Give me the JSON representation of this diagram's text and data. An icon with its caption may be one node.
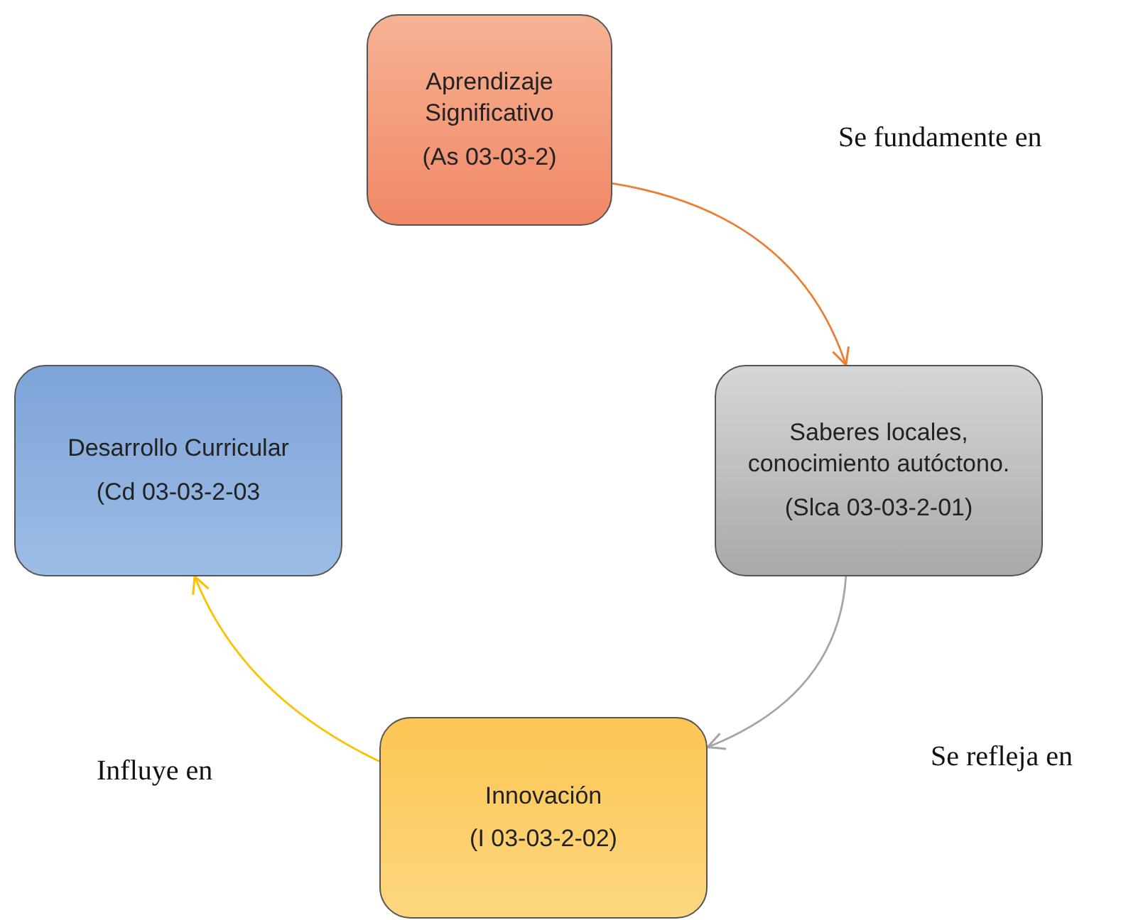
{
  "diagram": {
    "nodes": [
      {
        "text": [
          "Aprendizaje Significativo",
          "(As 03-03-2)"
        ]
      },
      {
        "text": [
          "Saberes locales, conocimiento autóctono.",
          "(Slca 03-03-2-01)"
        ]
      },
      {
        "text": [
          "Innovación",
          "(I 03-03-2-02)"
        ]
      },
      {
        "text": [
          "Desarrollo Curricular",
          "(Cd 03-03-2-03"
        ]
      }
    ],
    "edges": [
      {
        "from": 0,
        "to": 1,
        "arrow": "to",
        "label": "Se fundamente en",
        "color": "#ed7d31"
      },
      {
        "from": 1,
        "to": 2,
        "arrow": "to",
        "label": "Se refleja en",
        "color": "#a5a5a5"
      },
      {
        "from": 2,
        "to": 3,
        "arrow": "to",
        "label": "Influye en",
        "color": "#ffc000"
      }
    ]
  }
}
